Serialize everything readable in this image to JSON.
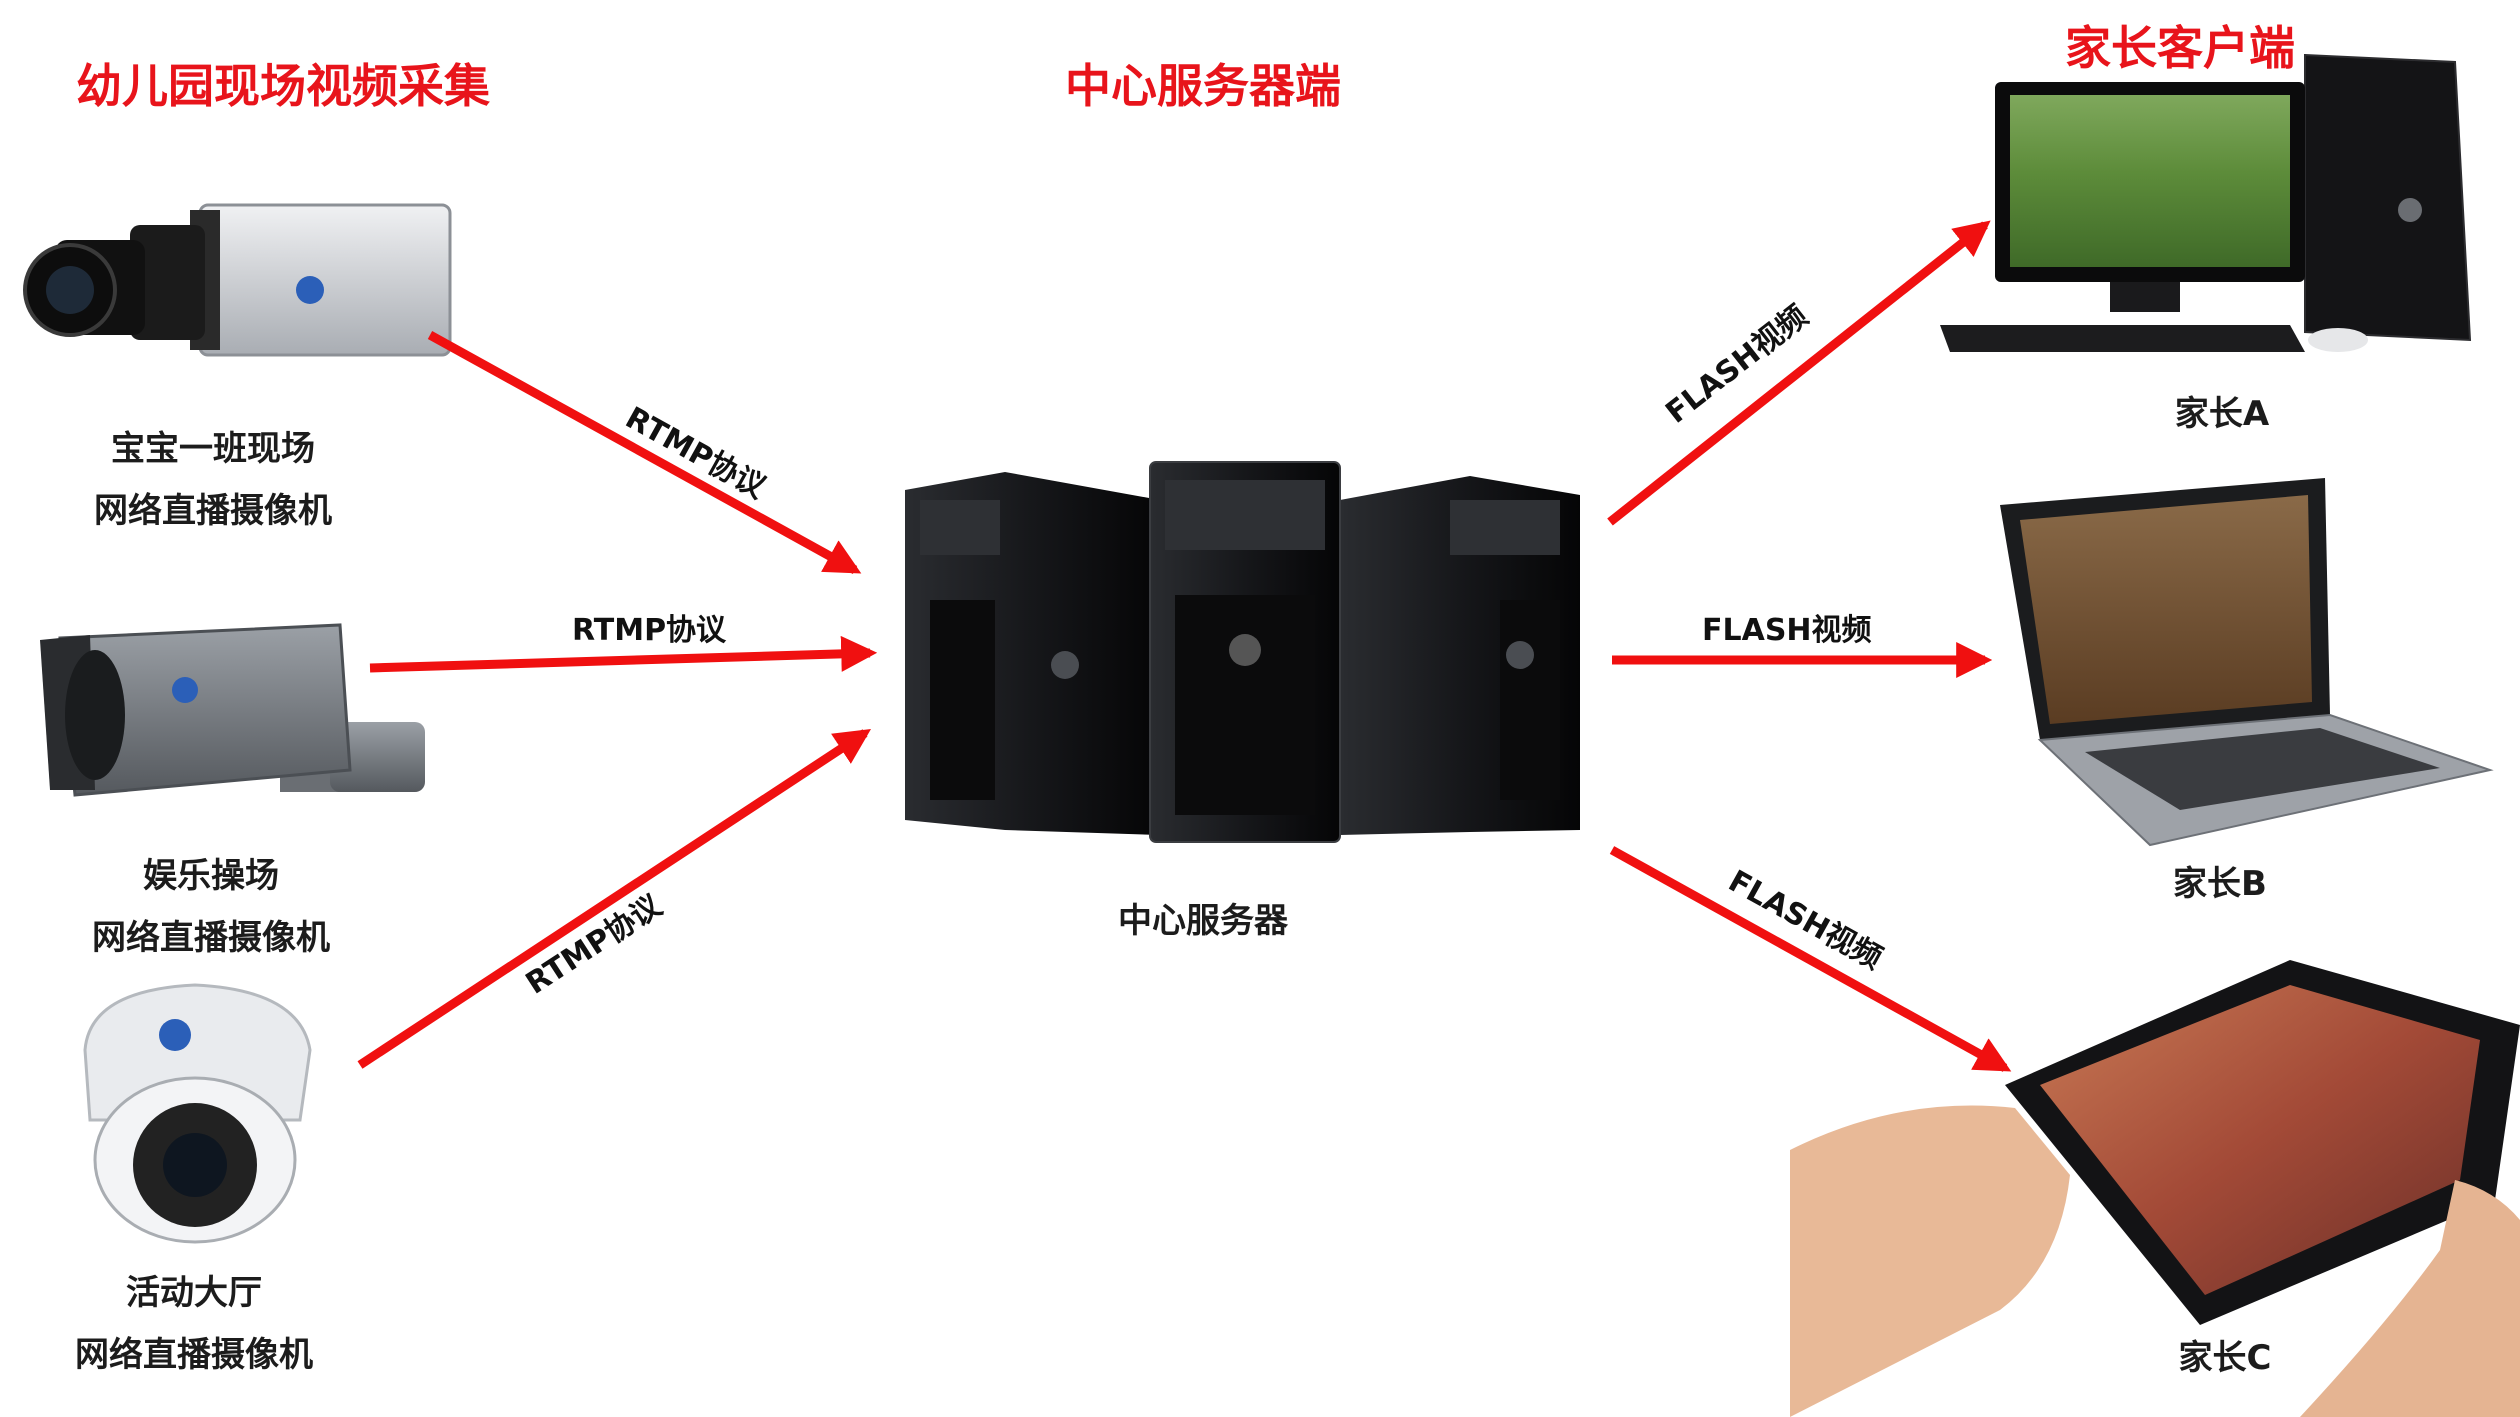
{
  "headings": {
    "capture": "幼儿园现场视频采集",
    "server": "中心服务器端",
    "client": "家长客户端"
  },
  "cameras": [
    {
      "line1": "宝宝一班现场",
      "line2": "网络直播摄像机"
    },
    {
      "line1": "娱乐操场",
      "line2": "网络直播摄像机"
    },
    {
      "line1": "活动大厅",
      "line2": "网络直播摄像机"
    }
  ],
  "server": {
    "label": "中心服务器"
  },
  "clients": [
    {
      "label": "家长A"
    },
    {
      "label": "家长B"
    },
    {
      "label": "家长C"
    }
  ],
  "links": {
    "in": [
      "RTMP协议",
      "RTMP协议",
      "RTMP协议"
    ],
    "out": [
      "FLASH视频",
      "FLASH视频",
      "FLASH视频"
    ]
  },
  "colors": {
    "accent": "#e8141b",
    "arrow": "#f01010"
  }
}
